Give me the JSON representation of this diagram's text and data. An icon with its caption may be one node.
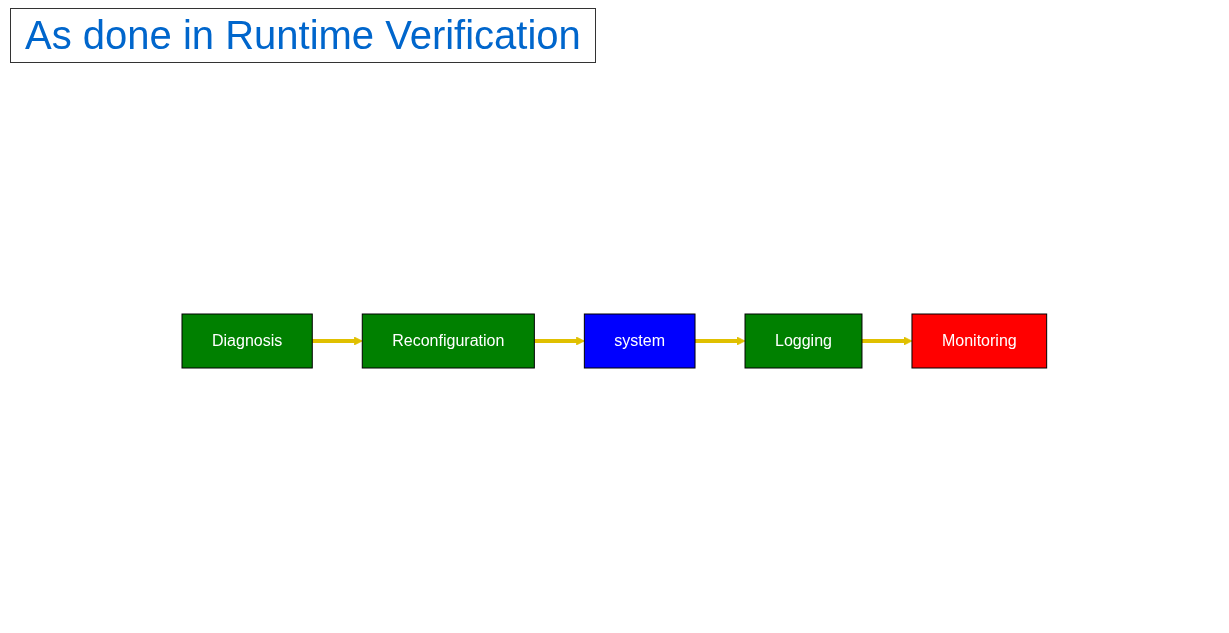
{
  "diagram": {
    "title": "As done in Runtime Verification",
    "nodes": [
      {
        "text": [
          "system"
        ]
      },
      {
        "text": [
          "Reconfiguration"
        ]
      },
      {
        "text": [
          "Diagnosis"
        ]
      },
      {
        "text": [
          "Monitoring"
        ]
      },
      {
        "text": [
          "Logging"
        ]
      }
    ],
    "edges": [
      {
        "from": 0,
        "to": 4,
        "arrow": "to"
      },
      {
        "from": 4,
        "to": 3,
        "arrow": "to"
      },
      {
        "from": 2,
        "to": 1,
        "arrow": "to"
      },
      {
        "from": 1,
        "to": 0,
        "arrow": "to"
      }
    ]
  }
}
